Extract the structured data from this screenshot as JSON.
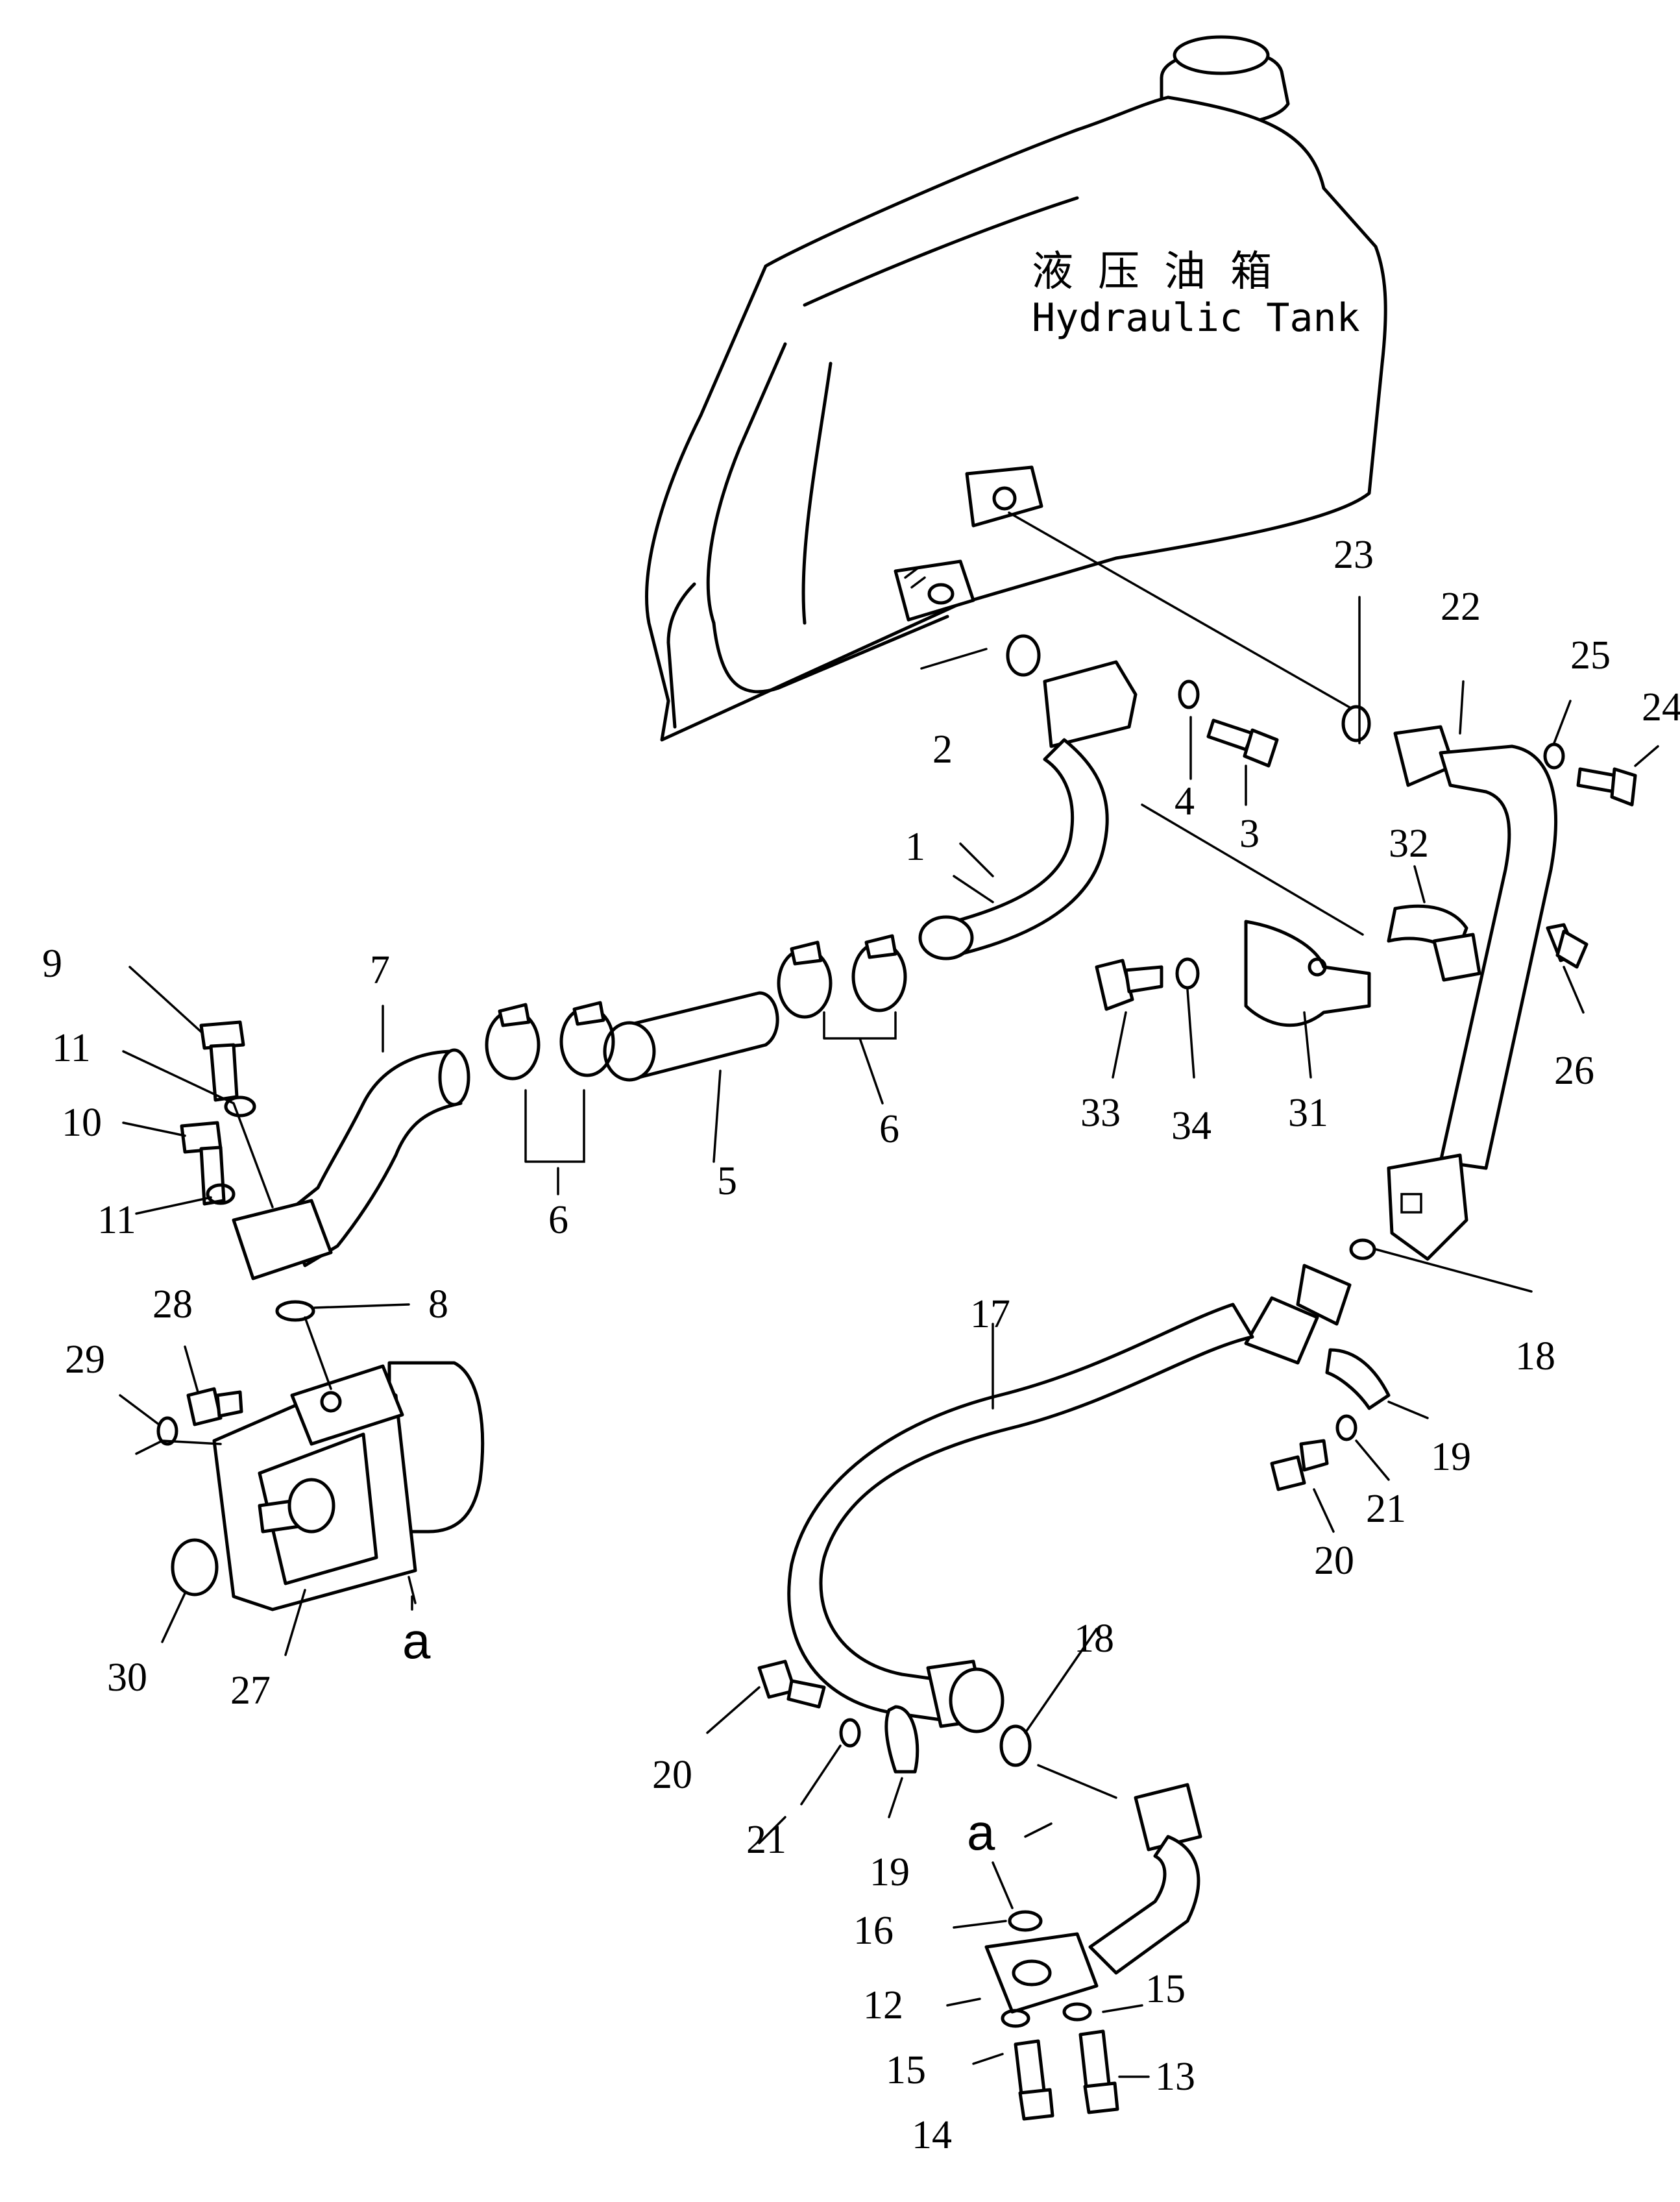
{
  "title": {
    "chinese": "液压油箱",
    "english": "Hydraulic Tank"
  },
  "ref_marks": {
    "upper": "a",
    "lower": "a"
  },
  "callouts": [
    {
      "key": "c1",
      "label": "1"
    },
    {
      "key": "c2",
      "label": "2"
    },
    {
      "key": "c3",
      "label": "3"
    },
    {
      "key": "c4",
      "label": "4"
    },
    {
      "key": "c5",
      "label": "5"
    },
    {
      "key": "c6a",
      "label": "6"
    },
    {
      "key": "c6b",
      "label": "6"
    },
    {
      "key": "c7",
      "label": "7"
    },
    {
      "key": "c8",
      "label": "8"
    },
    {
      "key": "c9",
      "label": "9"
    },
    {
      "key": "c10",
      "label": "10"
    },
    {
      "key": "c11a",
      "label": "11"
    },
    {
      "key": "c11b",
      "label": "11"
    },
    {
      "key": "c12",
      "label": "12"
    },
    {
      "key": "c13",
      "label": "13"
    },
    {
      "key": "c14",
      "label": "14"
    },
    {
      "key": "c15a",
      "label": "15"
    },
    {
      "key": "c15b",
      "label": "15"
    },
    {
      "key": "c16",
      "label": "16"
    },
    {
      "key": "c17",
      "label": "17"
    },
    {
      "key": "c18a",
      "label": "18"
    },
    {
      "key": "c18b",
      "label": "18"
    },
    {
      "key": "c19a",
      "label": "19"
    },
    {
      "key": "c19b",
      "label": "19"
    },
    {
      "key": "c20a",
      "label": "20"
    },
    {
      "key": "c20b",
      "label": "20"
    },
    {
      "key": "c21a",
      "label": "21"
    },
    {
      "key": "c21b",
      "label": "21"
    },
    {
      "key": "c22",
      "label": "22"
    },
    {
      "key": "c23",
      "label": "23"
    },
    {
      "key": "c24",
      "label": "24"
    },
    {
      "key": "c25",
      "label": "25"
    },
    {
      "key": "c26",
      "label": "26"
    },
    {
      "key": "c27",
      "label": "27"
    },
    {
      "key": "c28",
      "label": "28"
    },
    {
      "key": "c29",
      "label": "29"
    },
    {
      "key": "c30",
      "label": "30"
    },
    {
      "key": "c31",
      "label": "31"
    },
    {
      "key": "c32",
      "label": "32"
    },
    {
      "key": "c33",
      "label": "33"
    },
    {
      "key": "c34",
      "label": "34"
    }
  ]
}
